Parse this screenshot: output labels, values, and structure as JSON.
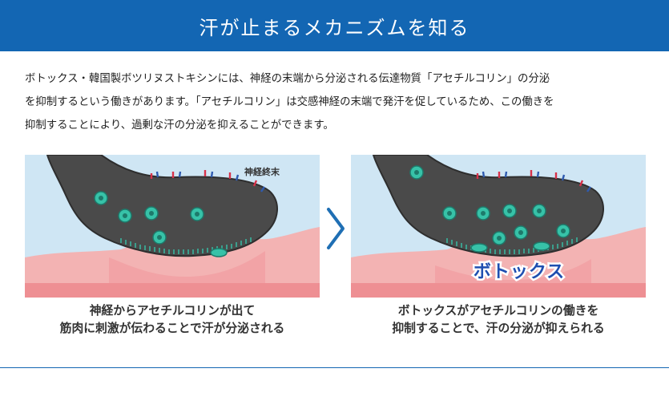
{
  "header": {
    "title": "汗が止まるメカニズムを知る"
  },
  "intro": {
    "lines": [
      "ボトックス・韓国製ボツリヌストキシンには、神経の末端から分泌される伝達物質「アセチルコリン」の分泌",
      "を抑制するという働きがあります。「アセチルコリン」は交感神経の末端で発汗を促しているため、この働きを",
      "抑制することにより、過剰な汗の分泌を抑えることができます。"
    ]
  },
  "diagram": {
    "left": {
      "label": "神経終末",
      "caption": [
        "神経からアセチルコリンが出て",
        "筋肉に刺激が伝わることで汗が分泌される"
      ]
    },
    "right": {
      "label": "ボトックス",
      "caption": [
        "ボトックスがアセチルコリンの働きを",
        "抑制することで、汗の分泌が抑えられる"
      ]
    },
    "colors": {
      "background": "#cfe6f4",
      "nerve": "#4a4a4a",
      "vesicle": "#37c2a8",
      "tissue": "#f3b3b3",
      "tissue_deep": "#ee8f93",
      "header": "#1366b3",
      "arrow": "#1f6fb4"
    }
  }
}
